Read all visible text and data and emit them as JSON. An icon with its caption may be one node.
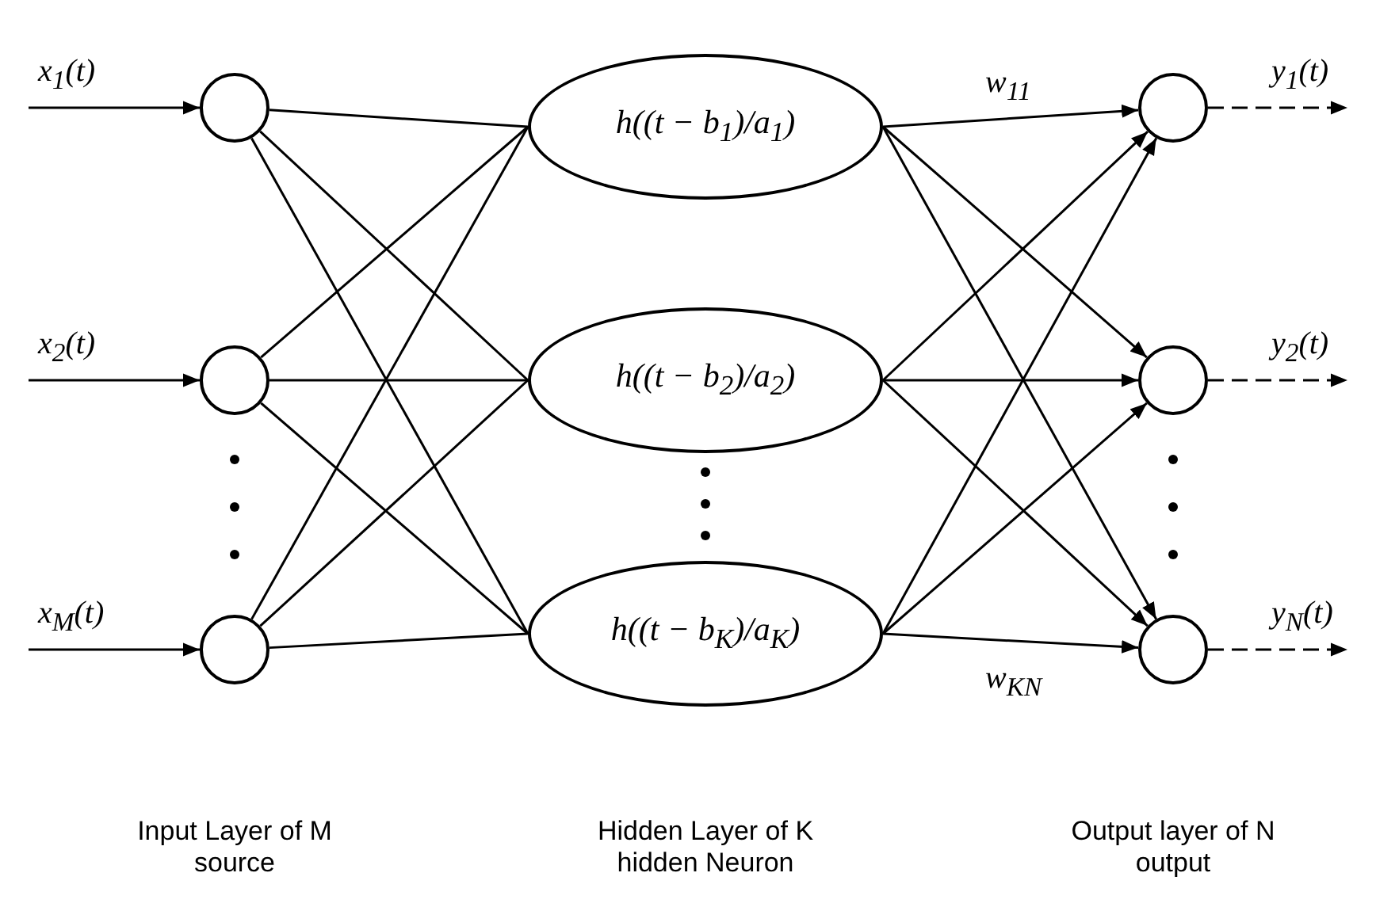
{
  "diagram": {
    "nodes": [
      {
        "text": [],
        "shape": "circle"
      },
      {
        "text": [],
        "shape": "circle"
      },
      {
        "text": [],
        "shape": "circle"
      },
      {
        "text": [
          "h((t − b$_{1}$)/a$_{1}$)"
        ]
      },
      {
        "text": [
          "h((t − b$_{2}$)/a$_{2}$)"
        ]
      },
      {
        "text": [
          "h((t − b$_{K}$)/a$_{K}$)"
        ]
      },
      {
        "text": [],
        "shape": "circle"
      },
      {
        "text": [],
        "shape": "circle"
      },
      {
        "text": [],
        "shape": "circle"
      }
    ],
    "edges": [
      {
        "from": null,
        "to": 0,
        "arrow": "to",
        "label": "x$_{1}$(t)"
      },
      {
        "from": null,
        "to": 1,
        "arrow": "to",
        "label": "x$_{2}$(t)"
      },
      {
        "from": null,
        "to": 2,
        "arrow": "to",
        "label": "x$_{M}$(t)"
      },
      {
        "from": 0,
        "to": 3,
        "arrow": "none"
      },
      {
        "from": 0,
        "to": 4,
        "arrow": "none"
      },
      {
        "from": 0,
        "to": 5,
        "arrow": "none"
      },
      {
        "from": 1,
        "to": 3,
        "arrow": "none"
      },
      {
        "from": 1,
        "to": 4,
        "arrow": "none"
      },
      {
        "from": 1,
        "to": 5,
        "arrow": "none"
      },
      {
        "from": 2,
        "to": 3,
        "arrow": "none"
      },
      {
        "from": 2,
        "to": 4,
        "arrow": "none"
      },
      {
        "from": 2,
        "to": 5,
        "arrow": "none"
      },
      {
        "from": 3,
        "to": 6,
        "arrow": "to",
        "label": "w$_{11}$"
      },
      {
        "from": 3,
        "to": 7,
        "arrow": "to"
      },
      {
        "from": 3,
        "to": 8,
        "arrow": "to"
      },
      {
        "from": 4,
        "to": 6,
        "arrow": "to"
      },
      {
        "from": 4,
        "to": 7,
        "arrow": "to"
      },
      {
        "from": 4,
        "to": 8,
        "arrow": "to"
      },
      {
        "from": 5,
        "to": 6,
        "arrow": "to"
      },
      {
        "from": 5,
        "to": 7,
        "arrow": "to"
      },
      {
        "from": 5,
        "to": 8,
        "arrow": "to",
        "label": "w$_{KN}$"
      },
      {
        "from": 6,
        "to": null,
        "arrow": "to",
        "style": "dashed",
        "label": "y$_{1}$(t)"
      },
      {
        "from": 7,
        "to": null,
        "arrow": "to",
        "style": "dashed",
        "label": "y$_{2}$(t)"
      },
      {
        "from": 8,
        "to": null,
        "arrow": "to",
        "style": "dashed",
        "label": "y$_{N}$(t)"
      }
    ],
    "labels": [
      "Input Layer of M source",
      "Hidden Layer of K hidden Neuron",
      "Output layer of N output"
    ]
  }
}
